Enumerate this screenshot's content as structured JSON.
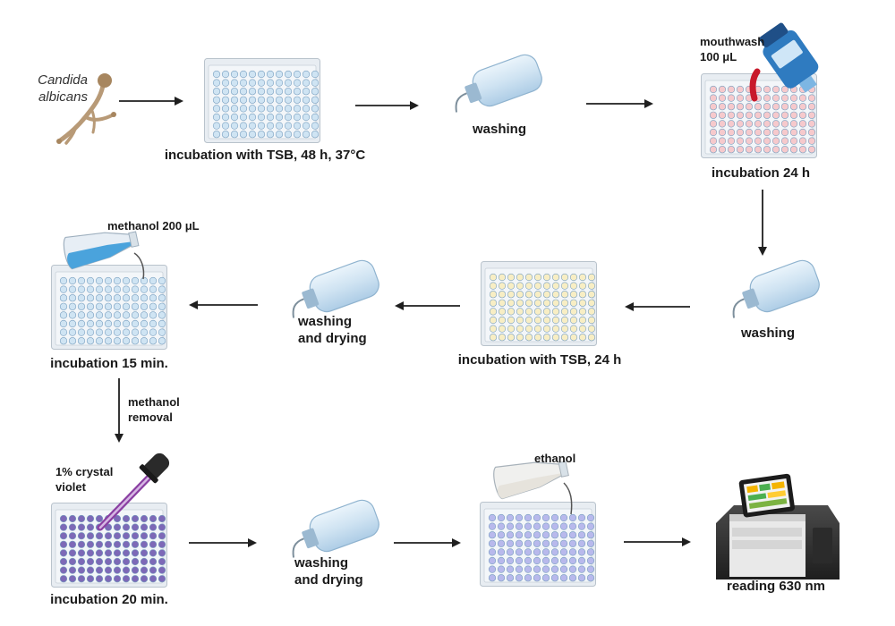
{
  "organism": {
    "line1": "Candida",
    "line2": "albicans"
  },
  "steps": {
    "incubation_tsb_48h": "incubation with TSB, 48 h, 37°C",
    "washing_1": "washing",
    "mouthwash_line1": "mouthwash",
    "mouthwash_line2": "100 μL",
    "incubation_24h": "incubation 24 h",
    "washing_2": "washing",
    "incubation_tsb_24h": "incubation with TSB, 24 h",
    "washing_drying_1_line1": "washing",
    "washing_drying_1_line2": "and drying",
    "methanol_200": "methanol 200 μL",
    "incubation_15": "incubation 15 min.",
    "methanol_removal_line1": "methanol",
    "methanol_removal_line2": "removal",
    "crystal_violet_line1": "1% crystal",
    "crystal_violet_line2": "violet",
    "incubation_20": "incubation 20 min.",
    "washing_drying_2_line1": "washing",
    "washing_drying_2_line2": "and drying",
    "ethanol": "ethanol",
    "reading": "reading 630 nm"
  },
  "colors": {
    "plate_frame": "#e4e9ee",
    "well_blue": "#cfe4f3",
    "well_pink": "#f6c9cc",
    "well_yellow": "#f8eec4",
    "well_purple": "#7d69b7",
    "well_lavender": "#b8b9ec",
    "mouthwash_red": "#c8192b",
    "methanol_blue": "#4aa3dc",
    "crystal_violet": "#8a3fa2",
    "arrow": "#1f1f1f"
  },
  "icons": [
    "fungus-icon",
    "microplate-icon",
    "wash-bottle-icon",
    "mouthwash-bottle-icon",
    "flask-icon",
    "dropper-icon",
    "plate-reader-icon"
  ]
}
